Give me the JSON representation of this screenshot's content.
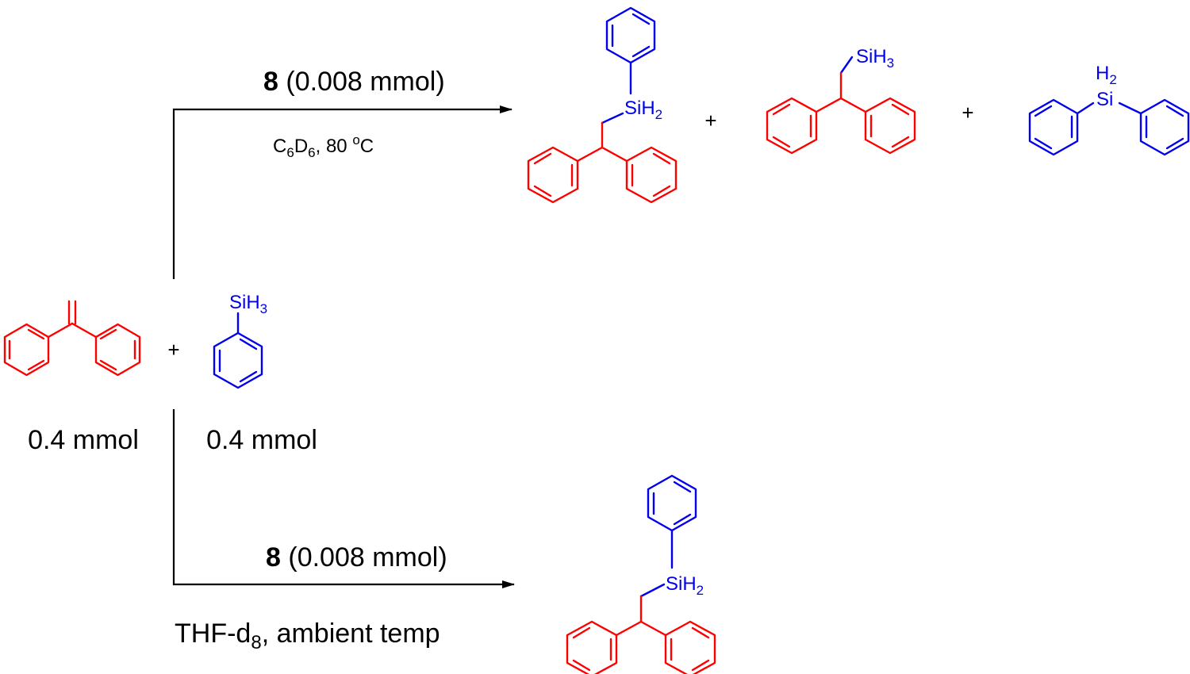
{
  "reactants": {
    "plus": "+",
    "amount_alkene": "0.4 mmol",
    "amount_silane": "0.4 mmol",
    "silane_label": {
      "el": "SiH",
      "sub": "3"
    }
  },
  "top_reaction": {
    "catalyst_num": "8",
    "catalyst_amount": " (0.008 mmol)",
    "cond_c": "C",
    "cond_c_sub": "6",
    "cond_d": "D",
    "cond_d_sub": "6",
    "cond_temp": ", 80 ",
    "cond_deg": "o",
    "cond_unit": "C",
    "product1_label": {
      "el": "SiH",
      "sub": "2"
    },
    "plus1": "+",
    "product2_label": {
      "el": "SiH",
      "sub": "3"
    },
    "plus2": "+",
    "product3_label": {
      "top": "H",
      "top_sub": "2",
      "si": "Si"
    }
  },
  "bottom_reaction": {
    "catalyst_num": "8",
    "catalyst_amount": " (0.008 mmol)",
    "cond_pre": "THF-d",
    "cond_sub": "8",
    "cond_post": ", ambient temp",
    "product_label": {
      "el": "SiH",
      "sub": "2"
    }
  },
  "colors": {
    "alkene_fragment": "#ff0000",
    "silane_fragment": "#0000ee",
    "text": "#000000"
  }
}
